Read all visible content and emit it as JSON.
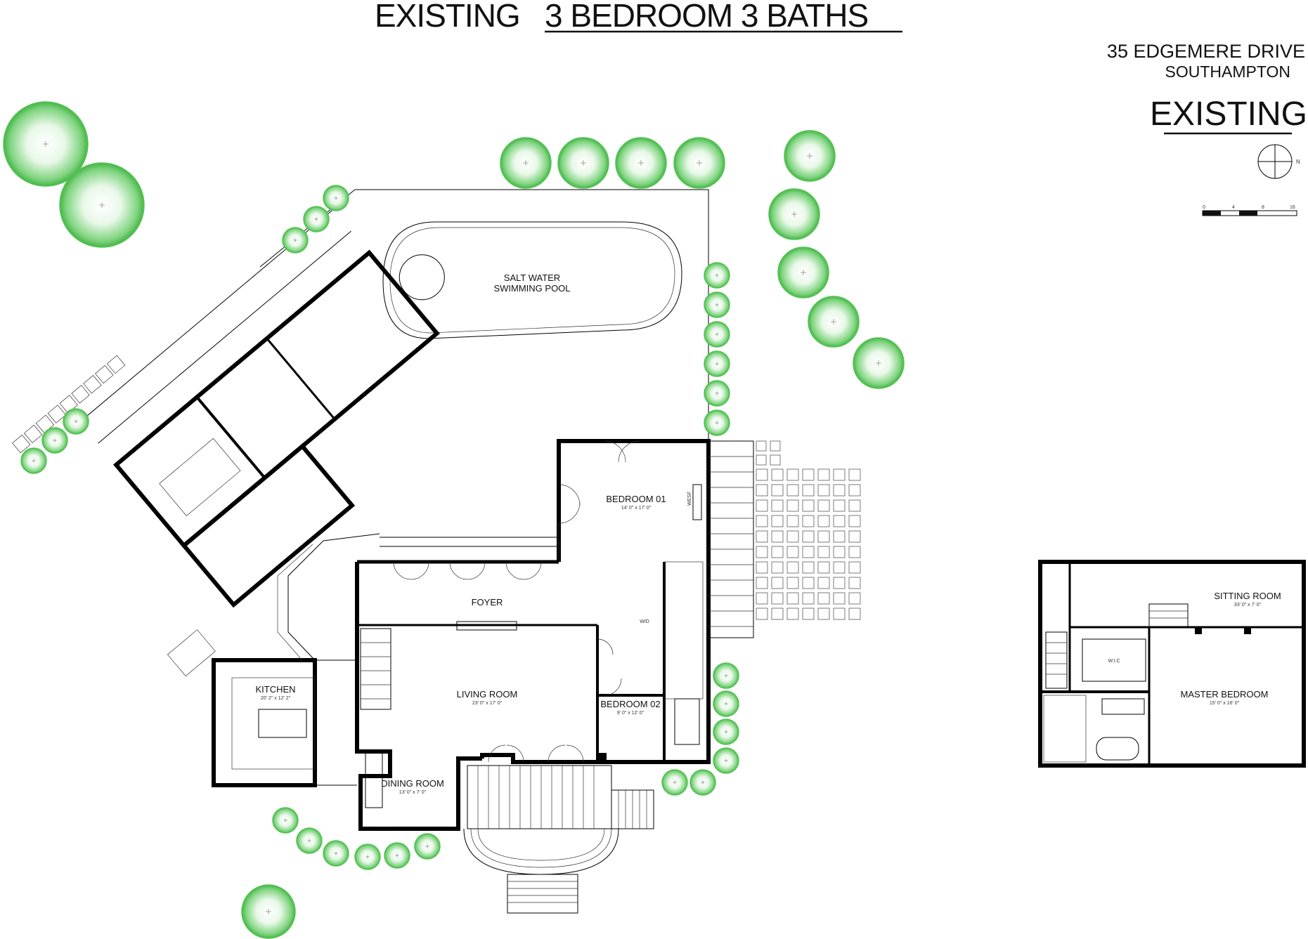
{
  "title": {
    "prefix": "EXISTING",
    "underlined": "3 BEDROOM 3 BATHS"
  },
  "address": {
    "line1": "35 EDGEMERE DRIVE",
    "line2": "SOUTHAMPTON"
  },
  "status_label": "EXISTING",
  "compass": {
    "north_label": "N"
  },
  "scale_bar": {
    "ticks": [
      "0",
      "4",
      "8",
      "16"
    ]
  },
  "pool": {
    "line1": "SALT WATER",
    "line2": "SWIMMING POOL"
  },
  "first_floor": {
    "bedroom01": {
      "name": "BEDROOM 01",
      "size": "14' 0\" x 17' 0\""
    },
    "foyer": {
      "name": "FOYER"
    },
    "living_room": {
      "name": "LIVING ROOM",
      "size": "23' 0\" x 17' 0\""
    },
    "bedroom02": {
      "name": "BEDROOM 02",
      "size": "9' 0\" x 12' 0\""
    },
    "kitchen": {
      "name": "KITCHEN",
      "size": "20' 2\" x 12' 2\""
    },
    "dining_room": {
      "name": "DINING ROOM",
      "size": "13' 0\" x 7' 0\""
    },
    "wd_label": "W/D",
    "wesf_label": "WESF"
  },
  "second_floor": {
    "sitting_room": {
      "name": "SITTING ROOM",
      "size": "33' 0\" x 7' 0\""
    },
    "wic": {
      "name": "W.I.C"
    },
    "master_bedroom": {
      "name": "MASTER BEDROOM",
      "size": "15' 0\" x 16' 0\""
    }
  },
  "colors": {
    "tree_green": "#55c455",
    "tree_center": "#ffffff",
    "wall": "#000000"
  }
}
